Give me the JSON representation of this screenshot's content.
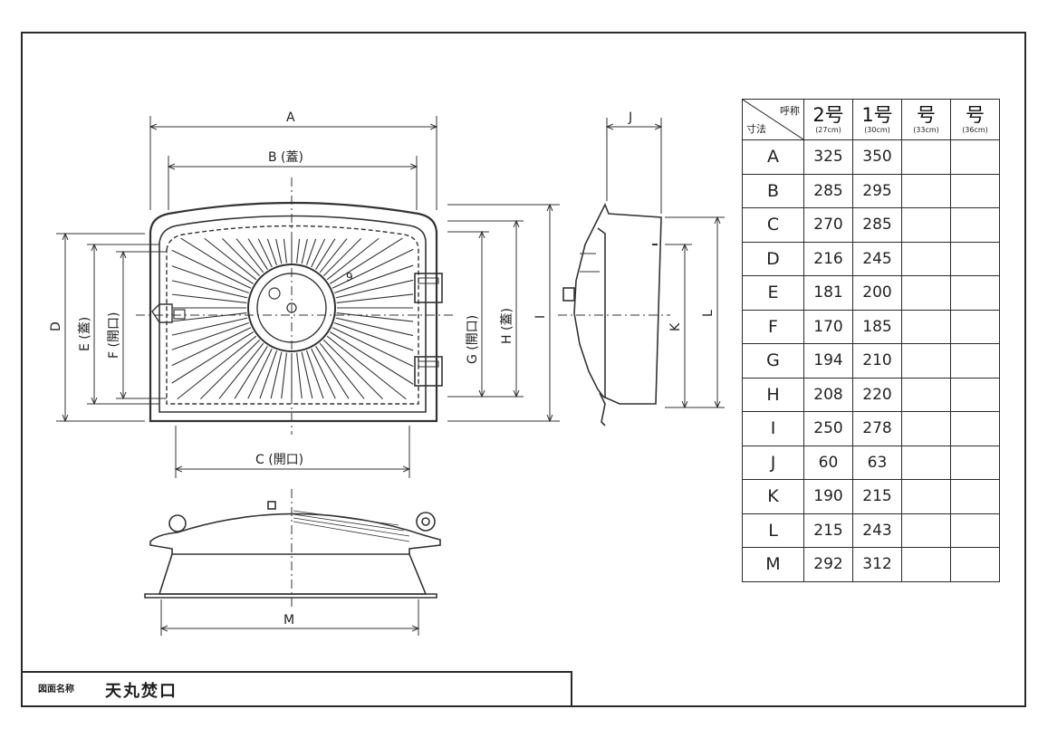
{
  "drawing": {
    "dimension_labels": {
      "A": "A",
      "B": "B (蓋)",
      "C": "C (開口)",
      "D": "D",
      "E": "E (蓋)",
      "F": "F (開口)",
      "G": "G (開口)",
      "H": "H (蓋)",
      "I": "I",
      "J": "J",
      "K": "K",
      "L": "L",
      "M": "M"
    },
    "small_mark": "9"
  },
  "table": {
    "corner_top": "呼称",
    "corner_bottom": "寸法",
    "columns": [
      {
        "num": "2号",
        "sub": "(27cm)"
      },
      {
        "num": "1号",
        "sub": "(30cm)"
      },
      {
        "num": "号",
        "sub": "(33cm)"
      },
      {
        "num": "号",
        "sub": "(36cm)"
      }
    ],
    "rows": [
      {
        "dim": "A",
        "v1": "325",
        "v2": "350",
        "v3": "",
        "v4": ""
      },
      {
        "dim": "B",
        "v1": "285",
        "v2": "295",
        "v3": "",
        "v4": ""
      },
      {
        "dim": "C",
        "v1": "270",
        "v2": "285",
        "v3": "",
        "v4": ""
      },
      {
        "dim": "D",
        "v1": "216",
        "v2": "245",
        "v3": "",
        "v4": ""
      },
      {
        "dim": "E",
        "v1": "181",
        "v2": "200",
        "v3": "",
        "v4": ""
      },
      {
        "dim": "F",
        "v1": "170",
        "v2": "185",
        "v3": "",
        "v4": ""
      },
      {
        "dim": "G",
        "v1": "194",
        "v2": "210",
        "v3": "",
        "v4": ""
      },
      {
        "dim": "H",
        "v1": "208",
        "v2": "220",
        "v3": "",
        "v4": ""
      },
      {
        "dim": "I",
        "v1": "250",
        "v2": "278",
        "v3": "",
        "v4": ""
      },
      {
        "dim": "J",
        "v1": "60",
        "v2": "63",
        "v3": "",
        "v4": ""
      },
      {
        "dim": "K",
        "v1": "190",
        "v2": "215",
        "v3": "",
        "v4": ""
      },
      {
        "dim": "L",
        "v1": "215",
        "v2": "243",
        "v3": "",
        "v4": ""
      },
      {
        "dim": "M",
        "v1": "292",
        "v2": "312",
        "v3": "",
        "v4": ""
      }
    ]
  },
  "title_block": {
    "label": "図面名称",
    "value": "天丸焚口"
  }
}
